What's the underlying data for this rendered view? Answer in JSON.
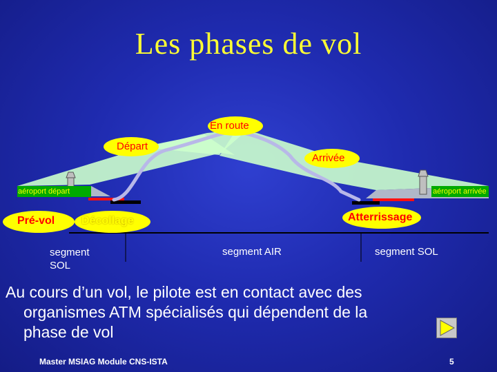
{
  "title": "Les phases de vol",
  "phases": {
    "en_route": "En route",
    "depart": "Départ",
    "arrivee": "Arrivée",
    "pre_vol": "Pré-vol",
    "decollage": "Décollage",
    "atterrissage": "Atterrissage"
  },
  "airports": {
    "departure": "aéroport départ",
    "arrival": "aéroport arrivée"
  },
  "segments": {
    "sol_left_line1": "segment",
    "sol_left_line2": "SOL",
    "air": "segment AIR",
    "sol_right": "segment SOL"
  },
  "body_text": {
    "line1": "Au cours d’un vol, le pilote est en contact avec des",
    "line2": "organismes ATM spécialisés qui dépendent de la",
    "line3": "phase de vol"
  },
  "footer": {
    "course": "Master MSIAG Module CNS-ISTA",
    "page_number": "5"
  },
  "colors": {
    "title": "#ffff33",
    "label_bg": "#ffff00",
    "label_text": "#ff0000",
    "zone_fill": "#ccffcc",
    "background": "#1f2bb0"
  },
  "icons": [
    "control-tower-icon",
    "next-arrow-icon"
  ]
}
